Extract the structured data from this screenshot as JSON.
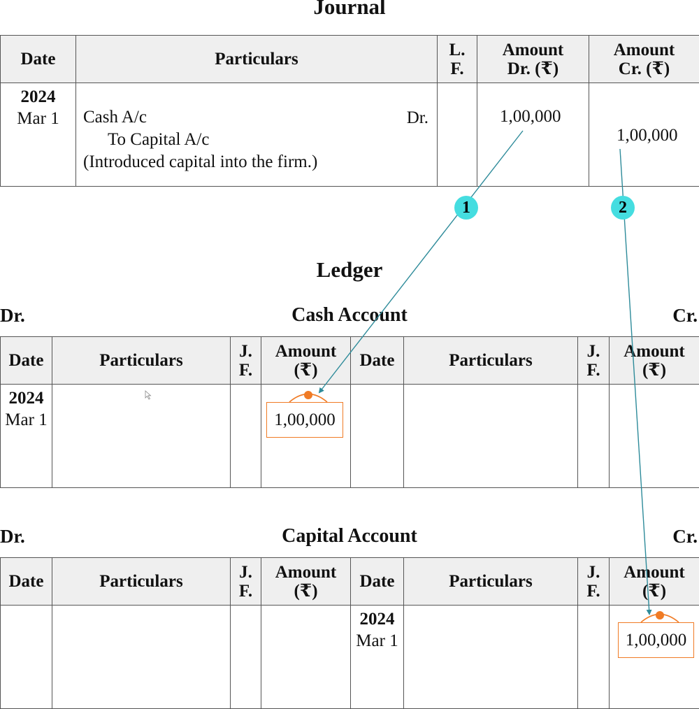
{
  "journal": {
    "title": "Journal",
    "headers": {
      "date": "Date",
      "particulars": "Particulars",
      "lf_line1": "L.",
      "lf_line2": "F.",
      "amount_dr_line1": "Amount",
      "amount_dr_line2": "Dr. (₹)",
      "amount_cr_line1": "Amount",
      "amount_cr_line2": "Cr. (₹)"
    },
    "entry": {
      "year": "2024",
      "month_day": "Mar 1",
      "debit_account": "Cash A/c",
      "dr_label": "Dr.",
      "credit_account": "To Capital A/c",
      "narration": "(Introduced capital into the firm.)",
      "lf": "",
      "amount_dr": "1,00,000",
      "amount_cr": "1,00,000"
    }
  },
  "ledger": {
    "title": "Ledger",
    "headers": {
      "date": "Date",
      "particulars": "Particulars",
      "jf_line1": "J.",
      "jf_line2": "F.",
      "amount_line1": "Amount",
      "amount_line2": "(₹)"
    },
    "dr_side_label": "Dr.",
    "cr_side_label": "Cr.",
    "cash_account": {
      "name": "Cash Account",
      "debit_year": "2024",
      "debit_month_day": "Mar 1",
      "debit_amount": "1,00,000"
    },
    "capital_account": {
      "name": "Capital Account",
      "credit_year": "2024",
      "credit_month_day": "Mar 1",
      "credit_amount": "1,00,000"
    }
  },
  "posting_steps": [
    {
      "label": "1",
      "from": "journal-amount-dr",
      "to": "cash-account-debit-amount"
    },
    {
      "label": "2",
      "from": "journal-amount-cr",
      "to": "capital-account-credit-amount"
    }
  ],
  "colors": {
    "header_fill": "#efefef",
    "arrow": "#2e8b9a",
    "badge": "#45dde0",
    "highlight": "#f07b25"
  }
}
